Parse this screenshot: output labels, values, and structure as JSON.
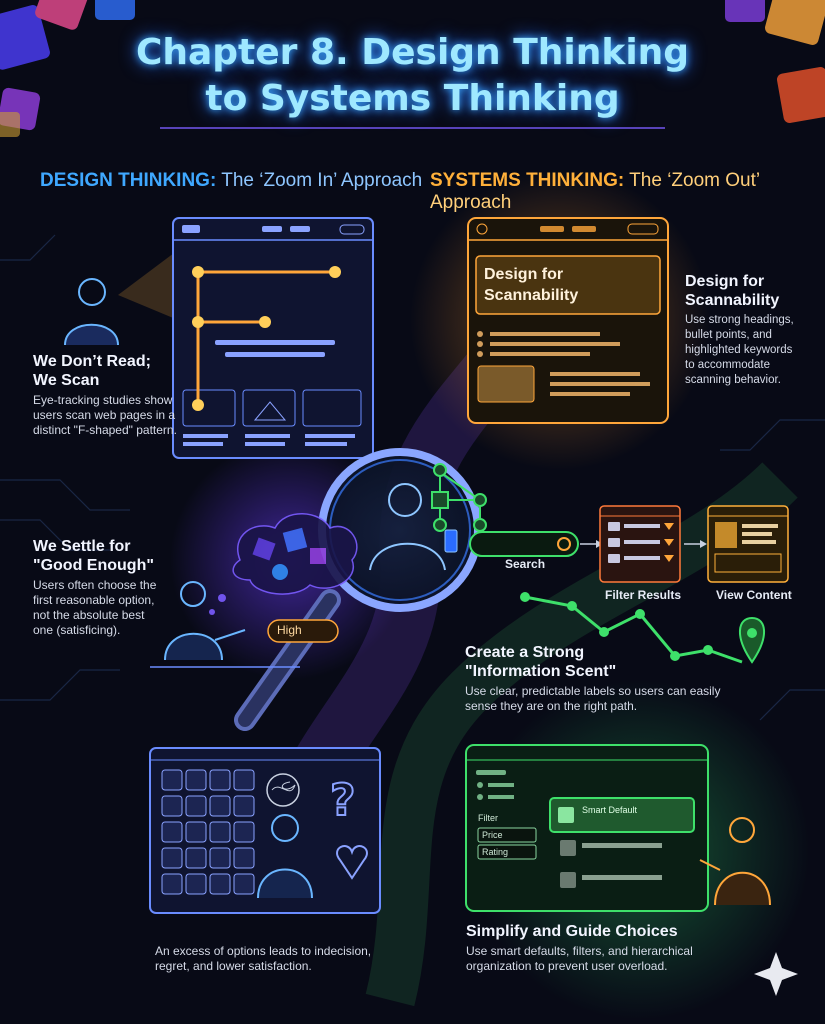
{
  "title": {
    "line1": "Chapter 8. Design Thinking",
    "line2": "to Systems Thinking"
  },
  "left_heading": {
    "bold": "DESIGN THINKING:",
    "rest": " The ‘Zoom In’ Approach"
  },
  "right_heading": {
    "bold": "SYSTEMS THINKING:",
    "rest": " The ‘Zoom Out’ Approach"
  },
  "scan": {
    "heading_line1": "We Don’t Read;",
    "heading_line2": "We Scan",
    "body_line1": "Eye-tracking studies show",
    "body_line2": "users scan web pages in a",
    "body_line3": "distinct \"F-shaped\" pattern."
  },
  "scannability": {
    "card_title_line1": "Design for",
    "card_title_line2": "Scannability",
    "heading_line1": "Design for",
    "heading_line2": "Scannability",
    "body_line1": "Use strong headings,",
    "body_line2": "bullet points, and",
    "body_line3": "highlighted keywords",
    "body_line4": "to accommodate",
    "body_line5": "scanning behavior."
  },
  "good_enough": {
    "heading_line1": "We Settle for",
    "heading_line2": "\"Good Enough\"",
    "body_line1": "Users often choose the",
    "body_line2": "first reasonable option,",
    "body_line3": "not the absolute best",
    "body_line4": "one (satisficing).",
    "bubble_text": "High"
  },
  "scent": {
    "search_label": "Search",
    "filter_label": "Filter Results",
    "view_label": "View Content",
    "heading_line1": "Create a Strong",
    "heading_line2": "\"Information Scent\"",
    "body_line1": "Use clear, predictable labels so users can easily",
    "body_line2": "sense they are on the right path."
  },
  "overload": {
    "body_line1": "An excess of options leads to indecision,",
    "body_line2": "regret, and lower satisfaction."
  },
  "simplify": {
    "filter_label": "Filter",
    "price_option": "Price",
    "rating_option": "Rating",
    "smart_default": "Smart Default",
    "heading": "Simplify and Guide Choices",
    "body_line1": "Use smart defaults, filters, and hierarchical",
    "body_line2": "organization to prevent user overload."
  },
  "colors": {
    "background": "#080a16",
    "title_glow": "#9fe8ff",
    "design_blue": "#3fa8ff",
    "systems_orange": "#ffb03a",
    "scent_green": "#3ee06a"
  }
}
